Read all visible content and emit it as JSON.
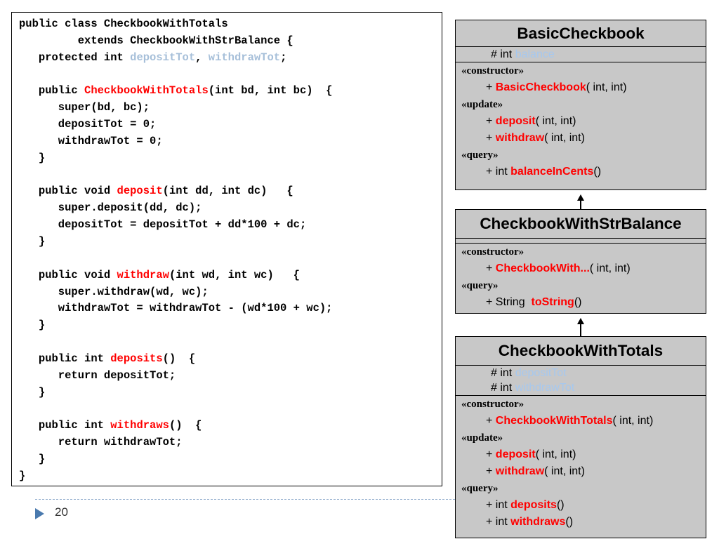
{
  "code": {
    "lines": [
      [
        {
          "t": "public class CheckbookWithTotals",
          "c": "k"
        }
      ],
      [
        {
          "t": "         extends CheckbookWithStrBalance {",
          "c": "k"
        }
      ],
      [
        {
          "t": "   protected int ",
          "c": "k"
        },
        {
          "t": "depositTot",
          "c": "v"
        },
        {
          "t": ", ",
          "c": "k"
        },
        {
          "t": "withdrawTot",
          "c": "v"
        },
        {
          "t": ";",
          "c": "k"
        }
      ],
      [],
      [
        {
          "t": "   public ",
          "c": "k"
        },
        {
          "t": "CheckbookWithTotals",
          "c": "f"
        },
        {
          "t": "(int bd, int bc)  {",
          "c": "k"
        }
      ],
      [
        {
          "t": "      super(bd, bc);",
          "c": "k"
        }
      ],
      [
        {
          "t": "      depositTot = 0;",
          "c": "k"
        }
      ],
      [
        {
          "t": "      withdrawTot = 0;",
          "c": "k"
        }
      ],
      [
        {
          "t": "   }",
          "c": "k"
        }
      ],
      [],
      [
        {
          "t": "   public void ",
          "c": "k"
        },
        {
          "t": "deposit",
          "c": "f"
        },
        {
          "t": "(int dd, int dc)   {",
          "c": "k"
        }
      ],
      [
        {
          "t": "      super.deposit(dd, dc);",
          "c": "k"
        }
      ],
      [
        {
          "t": "      depositTot = depositTot + dd*100 + dc;",
          "c": "k"
        }
      ],
      [
        {
          "t": "   }",
          "c": "k"
        }
      ],
      [],
      [
        {
          "t": "   public void ",
          "c": "k"
        },
        {
          "t": "withdraw",
          "c": "f"
        },
        {
          "t": "(int wd, int wc)   {",
          "c": "k"
        }
      ],
      [
        {
          "t": "      super.withdraw(wd, wc);",
          "c": "k"
        }
      ],
      [
        {
          "t": "      withdrawTot = withdrawTot - (wd*100 + wc);",
          "c": "k"
        }
      ],
      [
        {
          "t": "   }",
          "c": "k"
        }
      ],
      [],
      [
        {
          "t": "   public int ",
          "c": "k"
        },
        {
          "t": "deposits",
          "c": "f"
        },
        {
          "t": "()  {",
          "c": "k"
        }
      ],
      [
        {
          "t": "      return depositTot;",
          "c": "k"
        }
      ],
      [
        {
          "t": "   }",
          "c": "k"
        }
      ],
      [],
      [
        {
          "t": "   public int ",
          "c": "k"
        },
        {
          "t": "withdraws",
          "c": "f"
        },
        {
          "t": "()  {",
          "c": "k"
        }
      ],
      [
        {
          "t": "      return withdrawTot;",
          "c": "k"
        }
      ],
      [
        {
          "t": "   }",
          "c": "k"
        }
      ],
      [
        {
          "t": "}",
          "c": "k"
        }
      ]
    ]
  },
  "uml": {
    "basic": {
      "title": "BasicCheckbook",
      "attrs": [
        {
          "prefix": "# int ",
          "name": "balance"
        }
      ],
      "ops": [
        {
          "stereo": "«constructor»"
        },
        {
          "pre": "+ ",
          "name": "BasicCheckbook",
          "post": "( int, int)"
        },
        {
          "stereo": "«update»"
        },
        {
          "pre": "+ ",
          "name": "deposit",
          "post": "( int, int)"
        },
        {
          "pre": "+ ",
          "name": "withdraw",
          "post": "( int, int)"
        },
        {
          "stereo": "«query»"
        },
        {
          "pre": "+ int ",
          "name": "balanceInCents",
          "post": "()"
        }
      ]
    },
    "strbal": {
      "title": "CheckbookWithStrBalance",
      "attrs": [],
      "ops": [
        {
          "stereo": "«constructor»"
        },
        {
          "pre": "+ ",
          "name": "CheckbookWith...",
          "post": "( int, int)"
        },
        {
          "stereo": "«query»"
        },
        {
          "pre": "+ String  ",
          "name": "toString",
          "post": "()"
        }
      ]
    },
    "totals": {
      "title": "CheckbookWithTotals",
      "attrs": [
        {
          "prefix": "# int ",
          "name": "depositTot"
        },
        {
          "prefix": "# int ",
          "name": "withdrawTot"
        }
      ],
      "ops": [
        {
          "stereo": "«constructor»"
        },
        {
          "pre": "+ ",
          "name": "CheckbookWithTotals",
          "post": "( int, int)"
        },
        {
          "stereo": "«update»"
        },
        {
          "pre": "+ ",
          "name": "deposit",
          "post": "( int, int)"
        },
        {
          "pre": "+ ",
          "name": "withdraw",
          "post": "( int, int)"
        },
        {
          "stereo": "«query»"
        },
        {
          "pre": "+ int ",
          "name": "deposits",
          "post": "()"
        },
        {
          "pre": "+ int ",
          "name": "withdraws",
          "post": "()"
        }
      ]
    }
  },
  "footer": {
    "page_number": "20"
  }
}
